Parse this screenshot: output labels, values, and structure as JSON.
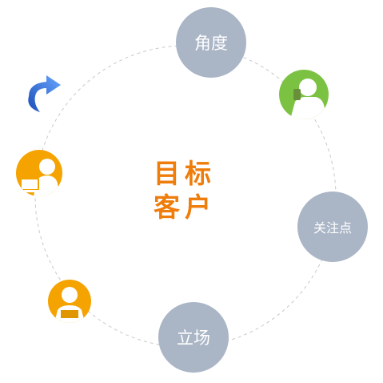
{
  "center": {
    "line1": "目标",
    "line2": "客户"
  },
  "nodes": {
    "angle": "角度",
    "focus": "关注点",
    "stance": "立场"
  },
  "icons": {
    "green_person": "person-phone-icon",
    "arrow": "curved-arrow-icon",
    "orange_person_a": "person-laptop-icon",
    "orange_person_b": "person-desk-icon"
  },
  "colors": {
    "accent": "#ef7d0b",
    "node_fill": "#aab5c6",
    "ring_stroke": "#c9c9c9",
    "green": "#7cc242",
    "orange": "#f5a300",
    "arrow_blue": "#2d6fd6"
  }
}
